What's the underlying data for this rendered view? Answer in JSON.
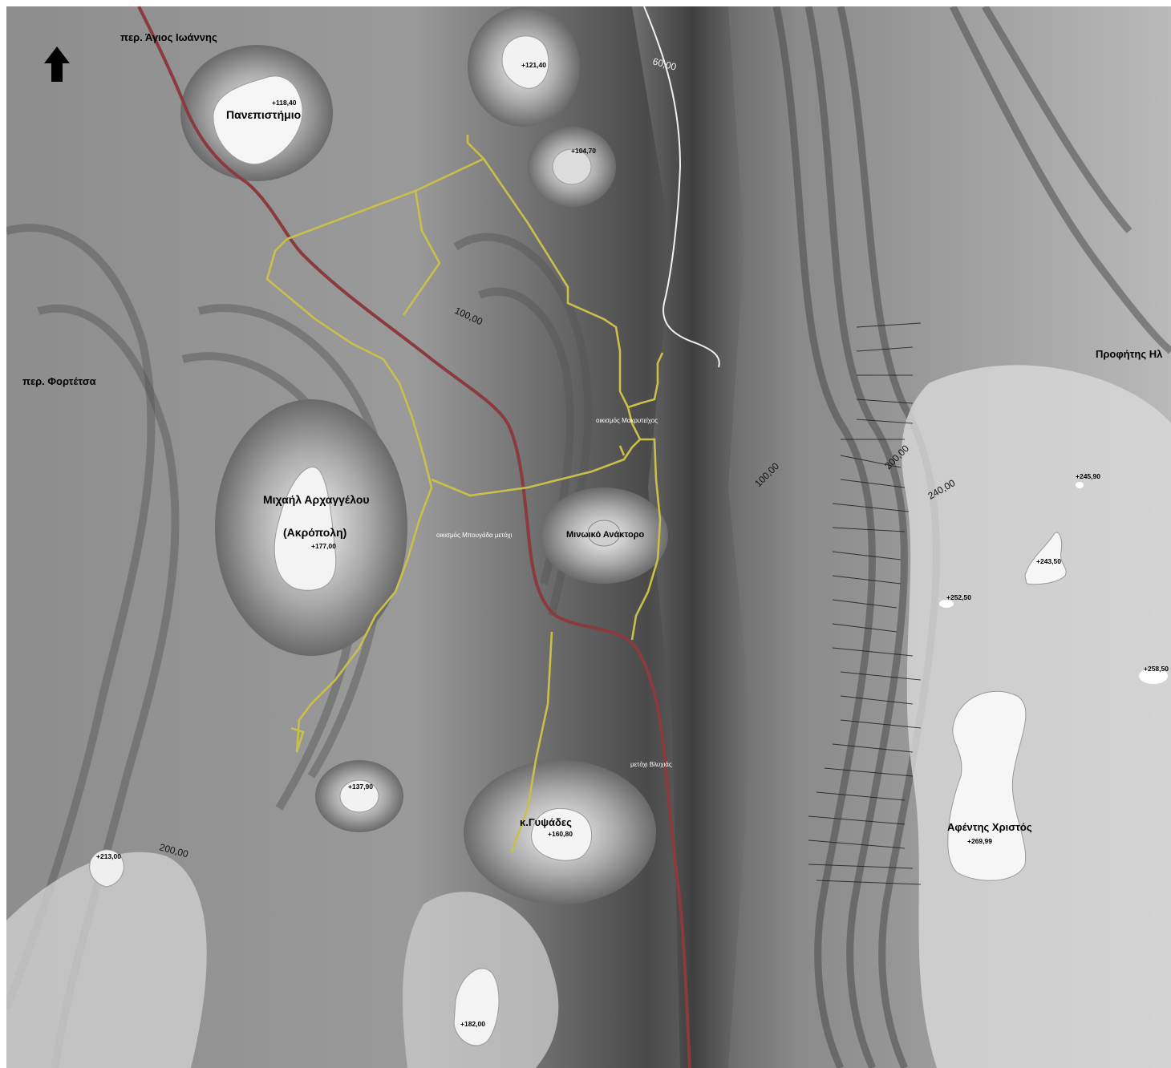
{
  "places": {
    "agios_ioannis": "περ. Άγιος Ιωάννης",
    "panepistimio": "Πανεπιστήμιο",
    "fortetsa": "περ. Φορτέτσα",
    "michail_line1": "Μιχαήλ Αρχαγγέλου",
    "michail_line2": "(Ακρόπολη)",
    "minoiko": "Μινωικό Ανάκτορο",
    "gypsades": "κ.Γυψάδες",
    "afentis": "Αφέντης Χριστός",
    "profitis": "Προφήτης Ηλ",
    "makryteichos": "οικισμός Μακρυτείχος",
    "bougada": "οικισμός Μπουγάδα μετόχι",
    "vlychia": "μετόχι Βλυχιάς"
  },
  "elevations": {
    "panepistimio": "+118,40",
    "p121": "+121,40",
    "p104": "+104,70",
    "acropolis": "+177,00",
    "p137": "+137,90",
    "gypsades": "+160,80",
    "p213": "+213,00",
    "p182": "+182,00",
    "p245": "+245,90",
    "p243": "+243,50",
    "p252": "+252,50",
    "p258": "+258,50",
    "afentis": "+269,99"
  },
  "contours": {
    "c60": "60,00",
    "c100a": "100,00",
    "c100b": "100,00",
    "c200a": "200,00",
    "c240": "240,00",
    "c200b": "200,00"
  },
  "colors": {
    "main_road": "#8b3a3e",
    "path": "#c8c04a",
    "stream": "#f0f0f0"
  },
  "icons": {
    "north": "north-arrow-icon"
  }
}
